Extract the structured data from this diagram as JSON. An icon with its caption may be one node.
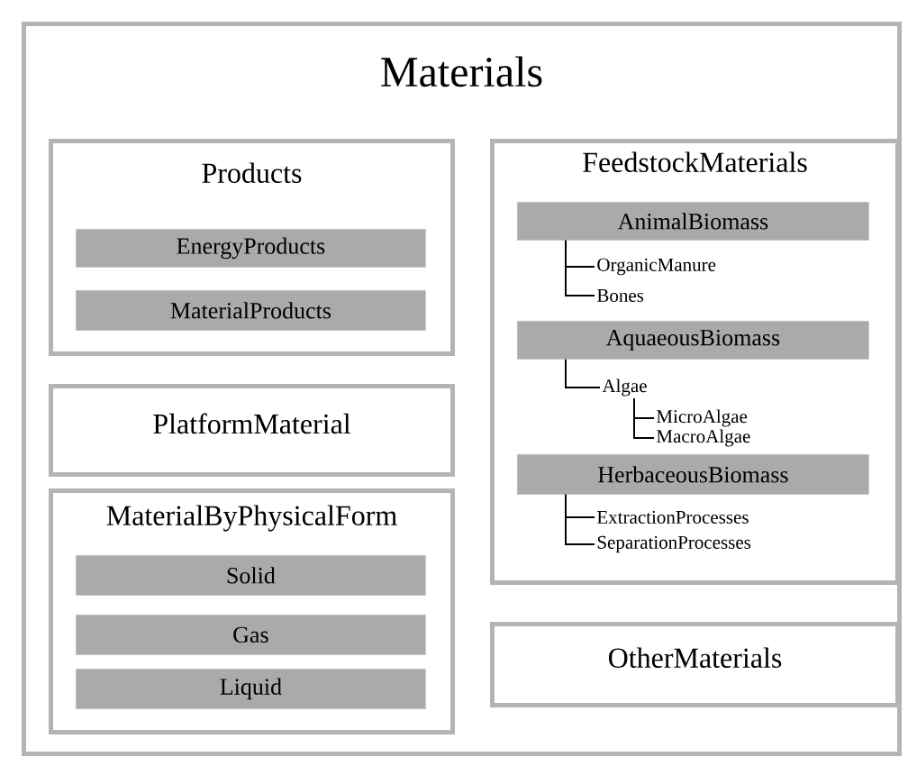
{
  "diagram": {
    "nodes": [
      {
        "text": [
          "Materials"
        ]
      },
      {
        "text": [
          "Products"
        ],
        "in": 0
      },
      {
        "text": [
          "EnergyProducts"
        ],
        "in": 1
      },
      {
        "text": [
          "MaterialProducts"
        ],
        "in": 1
      },
      {
        "text": [
          "PlatformMaterial"
        ],
        "in": 0
      },
      {
        "text": [
          "MaterialByPhysicalForm"
        ],
        "in": 0
      },
      {
        "text": [
          "Solid"
        ],
        "in": 5
      },
      {
        "text": [
          "Gas"
        ],
        "in": 5
      },
      {
        "text": [
          "Liquid"
        ],
        "in": 5
      },
      {
        "text": [
          "FeedstockMaterials"
        ],
        "in": 0
      },
      {
        "text": [
          "AnimalBiomass"
        ],
        "in": 9
      },
      {
        "text": [
          "OrganicManure"
        ],
        "in": 9
      },
      {
        "text": [
          "Bones"
        ],
        "in": 9
      },
      {
        "text": [
          "AquaeousBiomass"
        ],
        "in": 9
      },
      {
        "text": [
          "Algae"
        ],
        "in": 9
      },
      {
        "text": [
          "MicroAlgae"
        ],
        "in": 9
      },
      {
        "text": [
          "MacroAlgae"
        ],
        "in": 9
      },
      {
        "text": [
          "HerbaceousBiomass"
        ],
        "in": 9
      },
      {
        "text": [
          "ExtractionProcesses"
        ],
        "in": 9
      },
      {
        "text": [
          "SeparationProcesses"
        ],
        "in": 9
      },
      {
        "text": [
          "OtherMaterials"
        ],
        "in": 0
      }
    ],
    "edges": [
      {
        "from": 10,
        "to": 11,
        "arrow": "none"
      },
      {
        "from": 10,
        "to": 12,
        "arrow": "none"
      },
      {
        "from": 13,
        "to": 14,
        "arrow": "none"
      },
      {
        "from": 14,
        "to": 15,
        "arrow": "none"
      },
      {
        "from": 14,
        "to": 16,
        "arrow": "none"
      },
      {
        "from": 17,
        "to": 18,
        "arrow": "none"
      },
      {
        "from": 17,
        "to": 19,
        "arrow": "none"
      }
    ]
  }
}
